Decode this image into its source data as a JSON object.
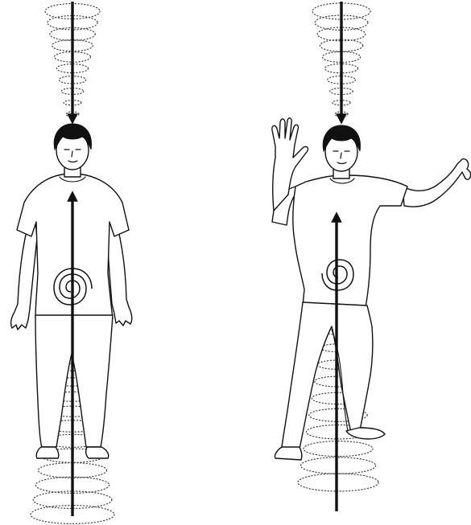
{
  "figure": {
    "panels": [
      {
        "pose": "standing",
        "arrows": [
          "down-into-crown",
          "up-through-torso"
        ]
      },
      {
        "pose": "arms-raised-stepping",
        "arrows": [
          "down-into-crown",
          "up-through-torso"
        ]
      }
    ],
    "colors": {
      "ink": "#111111",
      "dots": "#444444",
      "background": "#ffffff"
    },
    "icons": [
      "energy-coil-dotted",
      "dan-tian-spiral",
      "vertical-arrow"
    ]
  }
}
